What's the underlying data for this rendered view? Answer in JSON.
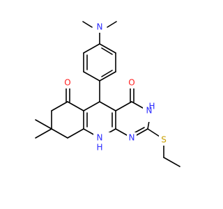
{
  "atom_labels": {
    "dimethylamino_n": "N",
    "ketone_o": "O",
    "amide_o": "O",
    "amide_nh": "N",
    "amide_h": "H",
    "ring_nh": "N",
    "ring_h": "H",
    "pyrimidine_n": "N",
    "thioether_s": "S"
  },
  "colors": {
    "bond": "#000000",
    "nitrogen": "#2a2aff",
    "oxygen": "#ff2020",
    "sulfur": "#c8a000"
  }
}
